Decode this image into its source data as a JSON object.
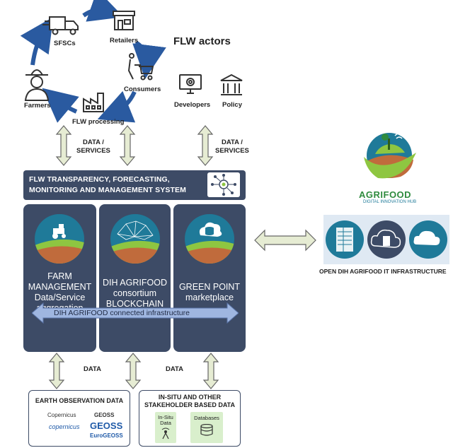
{
  "actors": {
    "title": "FLW actors",
    "sfscs": "SFSCs",
    "retailers": "Retailers",
    "consumers": "Consumers",
    "farmers": "Farmers",
    "flw_processing": "FLW processing",
    "developers": "Developers",
    "policy": "Policy"
  },
  "arrows": {
    "data_services_left": [
      "DATA /",
      "SERVICES"
    ],
    "data_services_right": [
      "DATA /",
      "SERVICES"
    ],
    "data_left": "DATA",
    "data_right": "DATA"
  },
  "system": {
    "band_line1": "FLW TRANSPARENCY, FORECASTING,",
    "band_line2": "MONITORING AND MANAGEMENT SYSTEM",
    "panels": [
      {
        "lines": [
          "FARM",
          "MANAGEMENT",
          "Data/Service",
          "aggregation"
        ]
      },
      {
        "lines": [
          "DIH AGRIFOOD",
          "consortium",
          "BLOCKCHAIN"
        ]
      },
      {
        "lines": [
          "GREEN POINT",
          "marketplace"
        ]
      }
    ],
    "infrastructure": "DIH AGRIFOOD connected infrastructure"
  },
  "sources": {
    "earth": {
      "title": "EARTH OBSERVATION DATA",
      "logos": [
        "Copernicus",
        "GEOSS",
        "copernicus",
        "GEOSS",
        "EuroGEOSS"
      ]
    },
    "insitu": {
      "title_line1": "IN-SITU AND OTHER",
      "title_line2": "STAKEHOLDER BASED DATA",
      "cards": [
        {
          "lines": [
            "In-Situ",
            "Data"
          ]
        },
        {
          "lines": [
            "Databases"
          ]
        }
      ]
    }
  },
  "hub": {
    "brand": "AGRIFOOD",
    "subtitle": "DIGITAL INNOVATION HUB",
    "infra_label": "OPEN DIH AGRIFOOD IT INFRASTRUCTURE"
  },
  "colors": {
    "panel": "#3d4b66",
    "arrow_fill": "#e6ecd3",
    "cycle_arrow": "#2a5aa0",
    "infra_arrow": "#9fb6e0",
    "brand_green": "#2e8b3e",
    "accent_teal": "#1f7a99"
  }
}
